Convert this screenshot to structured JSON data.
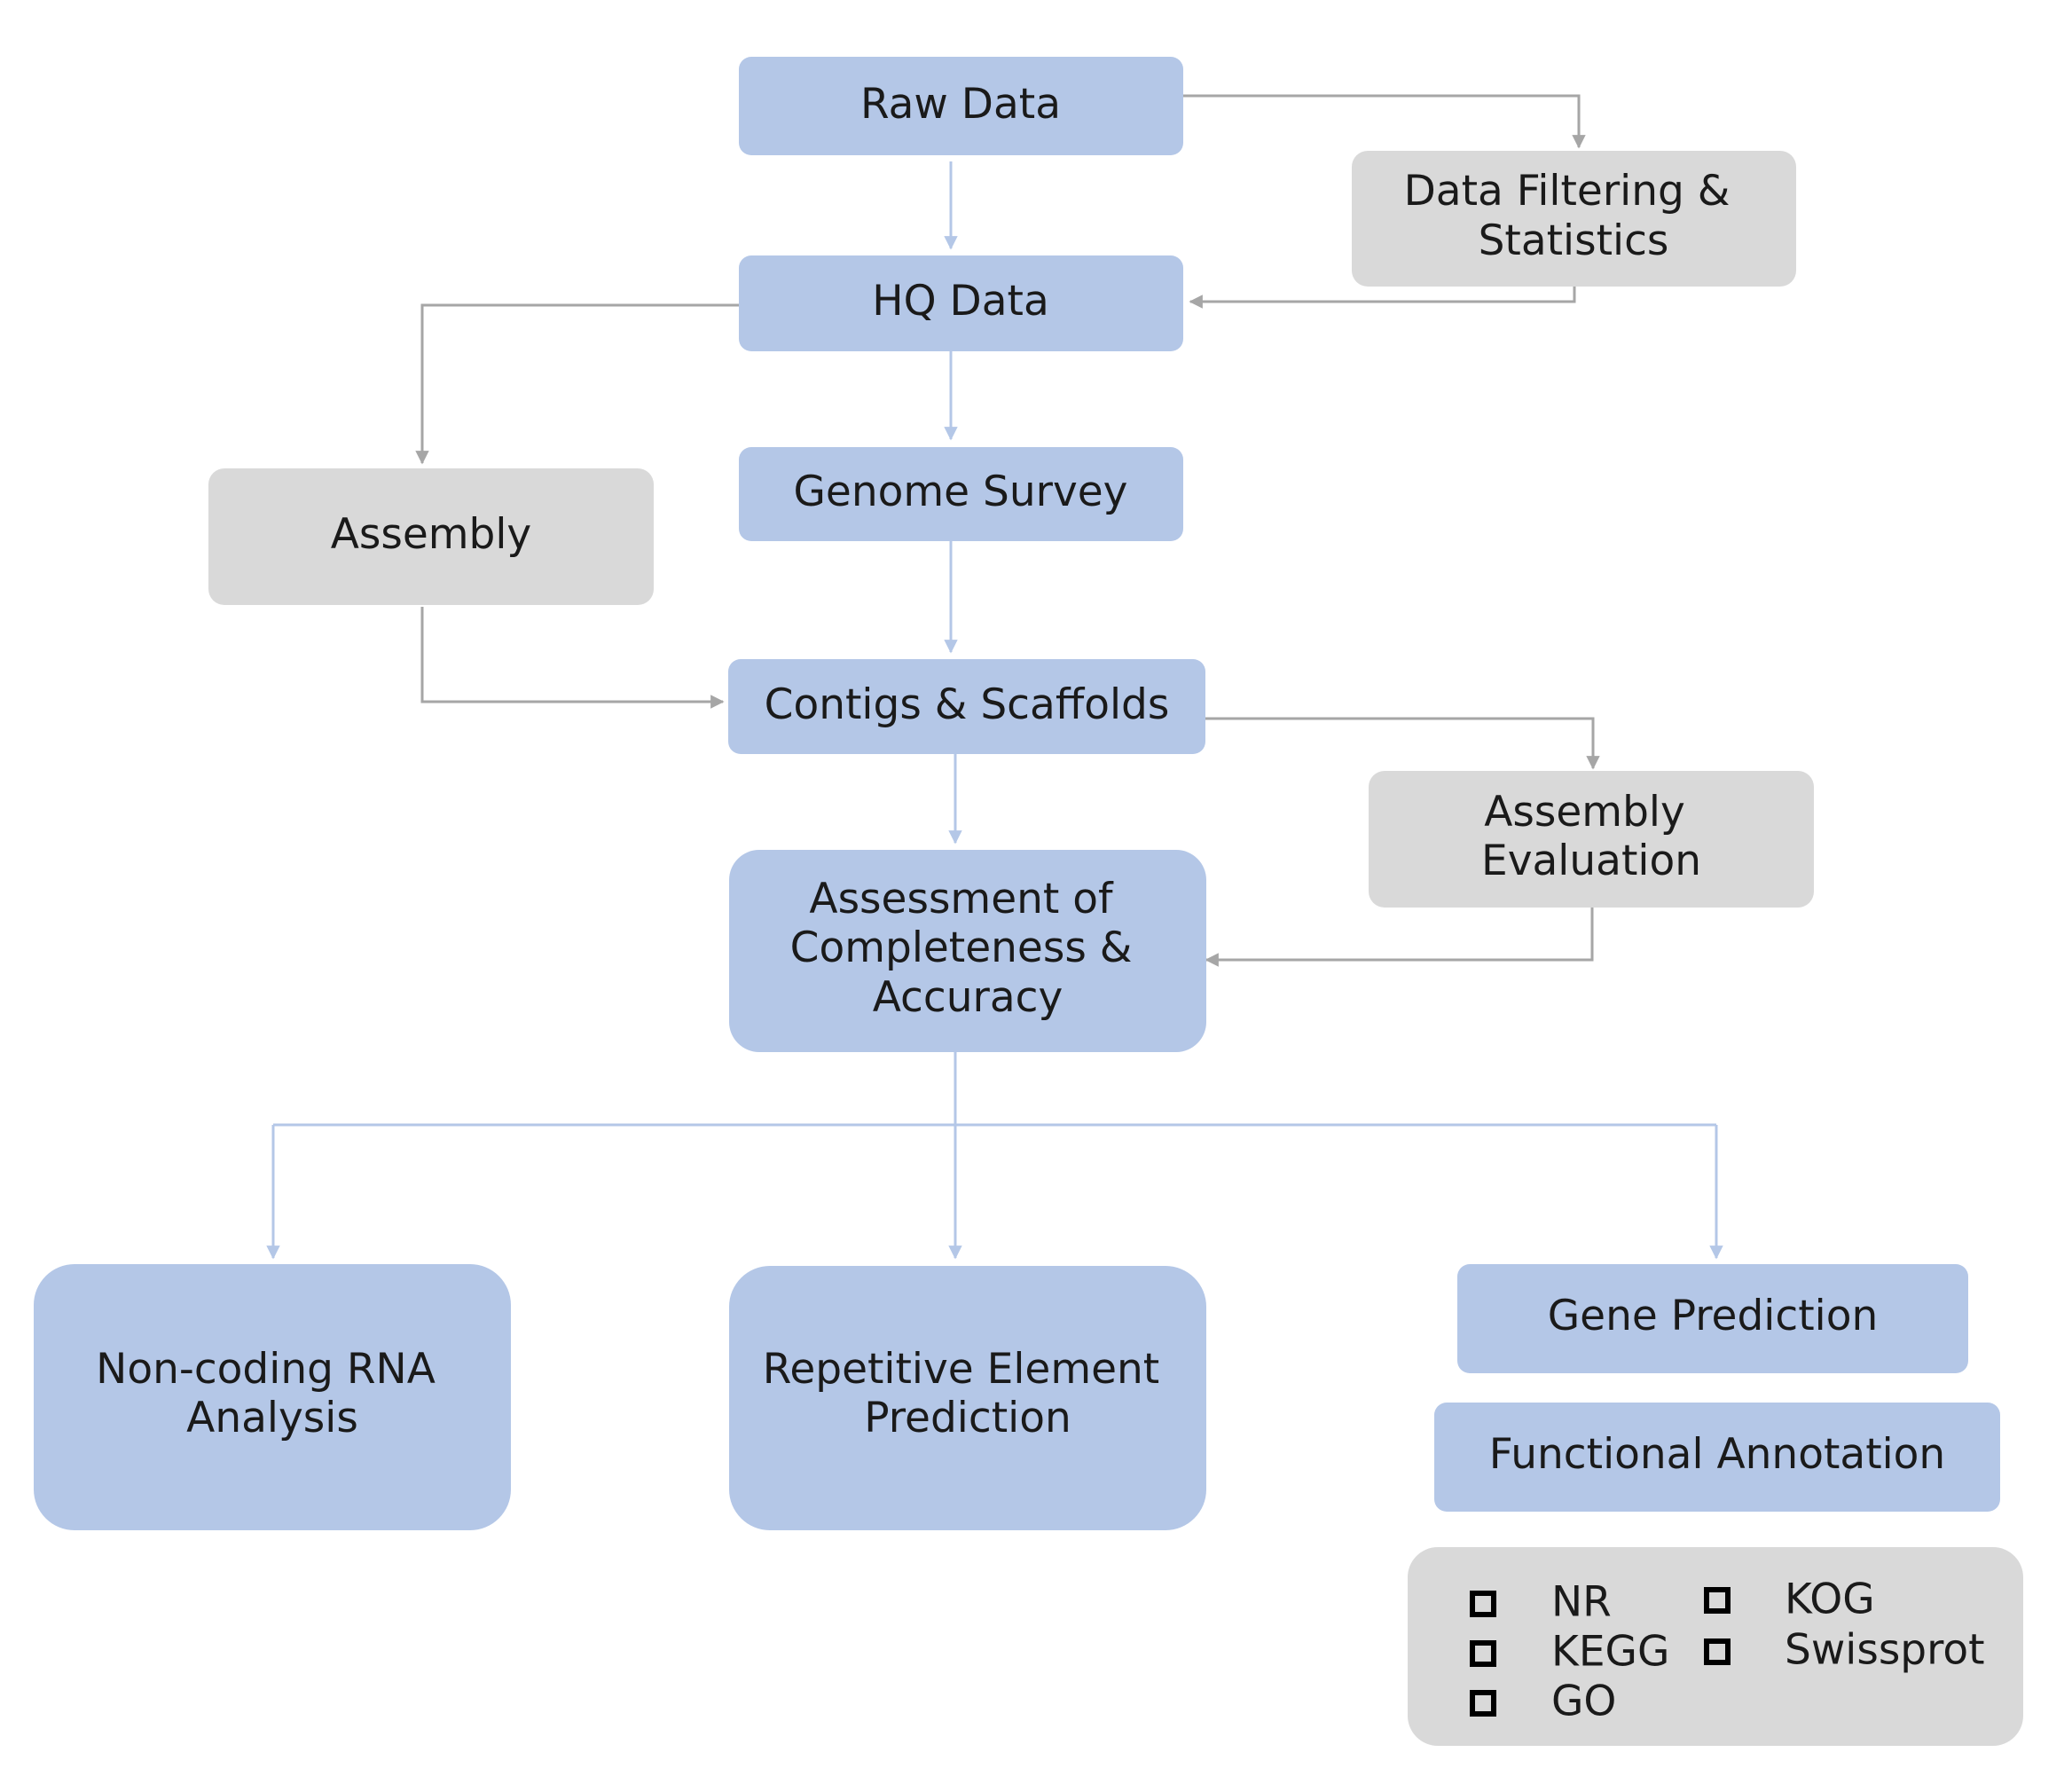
{
  "colors": {
    "primary_box": "#b4c7e7",
    "secondary_box": "#d9d9d9",
    "primary_edge": "#b4c7e7",
    "secondary_edge": "#a6a6a6",
    "text": "#1a1a1a"
  },
  "nodes": {
    "raw_data": {
      "lines": [
        "Raw Data"
      ]
    },
    "data_filtering": {
      "lines": [
        "Data Filtering &",
        "Statistics"
      ]
    },
    "hq_data": {
      "lines": [
        "HQ Data"
      ]
    },
    "assembly": {
      "lines": [
        "Assembly"
      ]
    },
    "genome_survey": {
      "lines": [
        "Genome Survey"
      ]
    },
    "contigs_scaffolds": {
      "lines": [
        "Contigs & Scaffolds"
      ]
    },
    "assembly_evaluation": {
      "lines": [
        "Assembly",
        "Evaluation"
      ]
    },
    "assessment": {
      "lines": [
        "Assessment of",
        "Completeness &",
        "Accuracy"
      ]
    },
    "noncoding_rna": {
      "lines": [
        "Non-coding RNA",
        "Analysis"
      ]
    },
    "repetitive_element": {
      "lines": [
        "Repetitive Element",
        "Prediction"
      ]
    },
    "gene_prediction": {
      "lines": [
        "Gene Prediction"
      ]
    },
    "functional_annotation": {
      "lines": [
        "Functional Annotation"
      ]
    }
  },
  "annotation_databases": {
    "left": [
      "NR",
      "KEGG",
      "GO"
    ],
    "right": [
      "KOG",
      "Swissprot"
    ]
  }
}
